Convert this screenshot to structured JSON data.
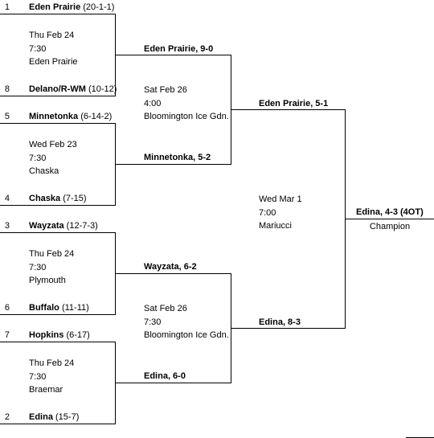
{
  "round1": [
    {
      "seed": "1",
      "name": "Eden Prairie",
      "record": "(20-1-1)"
    },
    {
      "seed": "8",
      "name": "Delano/R-WM",
      "record": "(10-12)"
    },
    {
      "seed": "5",
      "name": "Minnetonka",
      "record": "(6-14-2)"
    },
    {
      "seed": "4",
      "name": "Chaska",
      "record": "(7-15)"
    },
    {
      "seed": "3",
      "name": "Wayzata",
      "record": "(12-7-3)"
    },
    {
      "seed": "6",
      "name": "Buffalo",
      "record": "(11-11)"
    },
    {
      "seed": "7",
      "name": "Hopkins",
      "record": "(6-17)"
    },
    {
      "seed": "2",
      "name": "Edina",
      "record": "(15-7)"
    }
  ],
  "games_r1": [
    {
      "date": "Thu Feb 24",
      "time": "7:30",
      "venue": "Eden Prairie"
    },
    {
      "date": "Wed Feb 23",
      "time": "7:30",
      "venue": "Chaska"
    },
    {
      "date": "Thu Feb 24",
      "time": "7:30",
      "venue": "Plymouth"
    },
    {
      "date": "Thu Feb 24",
      "time": "7:30",
      "venue": "Braemar"
    }
  ],
  "round2": [
    {
      "result": "Eden Prairie, 9-0"
    },
    {
      "result": "Minnetonka, 5-2"
    },
    {
      "result": "Wayzata, 6-2"
    },
    {
      "result": "Edina, 6-0"
    }
  ],
  "games_r2": [
    {
      "date": "Sat Feb 26",
      "time": "4:00",
      "venue": "Bloomington Ice Gdn."
    },
    {
      "date": "Sat Feb 26",
      "time": "7:30",
      "venue": "Bloomington Ice Gdn."
    }
  ],
  "round3": [
    {
      "result": "Eden Prairie, 5-1"
    },
    {
      "result": "Edina, 8-3"
    }
  ],
  "final_game": {
    "date": "Wed Mar 1",
    "time": "7:00",
    "venue": "Mariucci"
  },
  "champion": {
    "result": "Edina, 4-3 (4OT)",
    "label": "Champion"
  }
}
